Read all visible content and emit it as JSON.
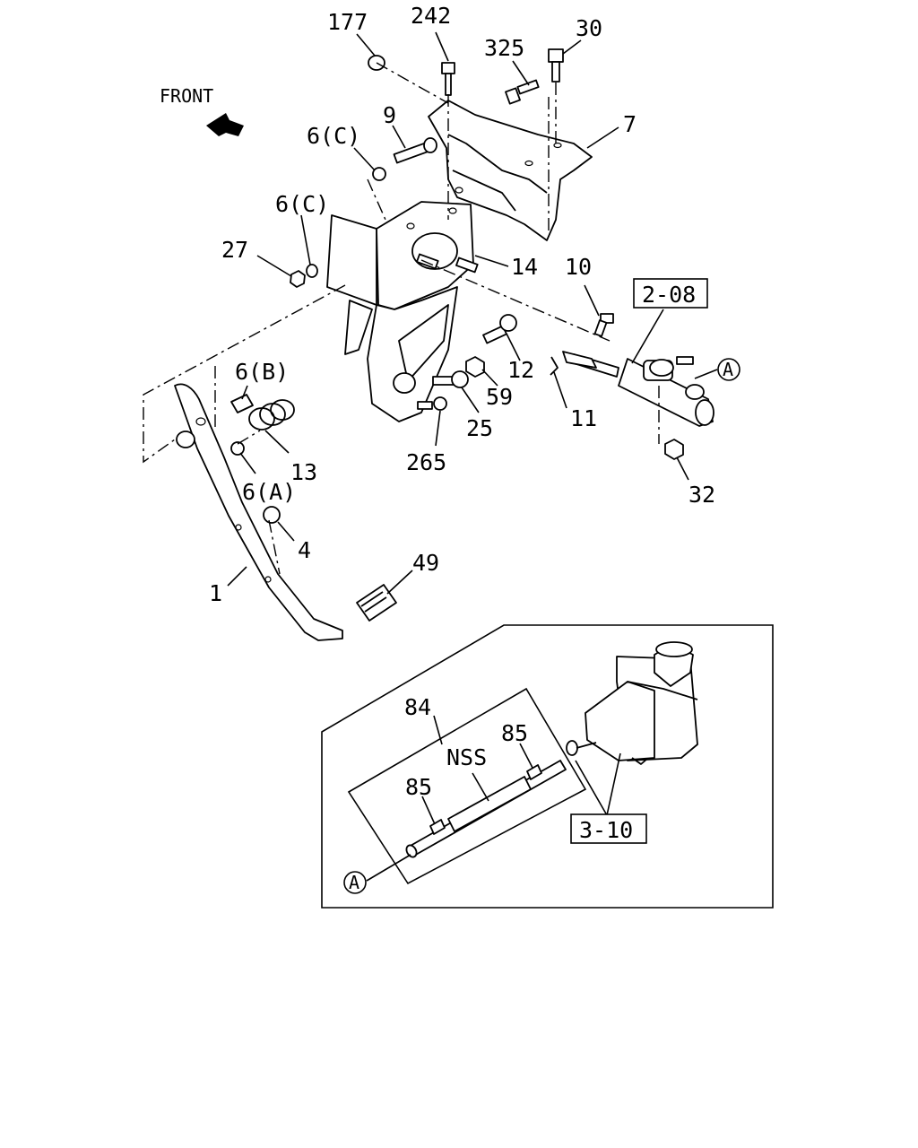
{
  "front_label": "FRONT",
  "callouts": {
    "c177": "177",
    "c242": "242",
    "c30": "30",
    "c325": "325",
    "c7": "7",
    "c9": "9",
    "c6c_top": "6(C)",
    "c6c_left": "6(C)",
    "c27": "27",
    "c14": "14",
    "c10": "10",
    "c2_08": "2-08",
    "cA_top": "A",
    "c12": "12",
    "c59": "59",
    "c25": "25",
    "c11": "11",
    "c265": "265",
    "c32": "32",
    "c6b": "6(B)",
    "c13": "13",
    "c6a": "6(A)",
    "c4": "4",
    "c1": "1",
    "c49": "49",
    "c84": "84",
    "c85_top": "85",
    "c85_bottom": "85",
    "cNSS": "NSS",
    "c3_10": "3-10",
    "cA_bottom": "A"
  }
}
